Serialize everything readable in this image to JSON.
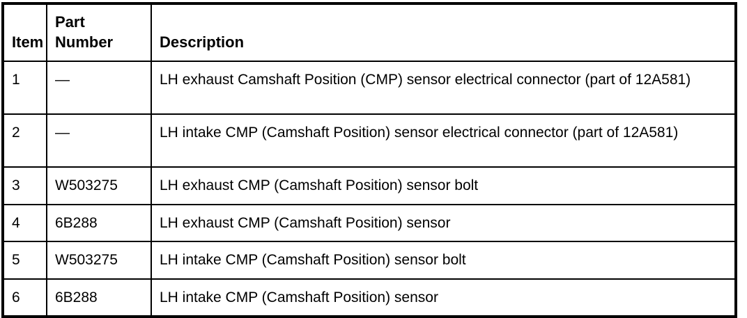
{
  "colors": {
    "border": "#000000",
    "text": "#000000",
    "background": "#ffffff"
  },
  "table": {
    "columns": {
      "item": "Item",
      "part_number": "Part Number",
      "description": "Description"
    },
    "rows": [
      {
        "item": "1",
        "part_number": "—",
        "description": "LH exhaust Camshaft Position (CMP) sensor electrical connector (part of 12A581)"
      },
      {
        "item": "2",
        "part_number": "—",
        "description": "LH intake CMP (Camshaft Position) sensor electrical connector (part of 12A581)"
      },
      {
        "item": "3",
        "part_number": "W503275",
        "description": "LH exhaust CMP (Camshaft Position) sensor bolt"
      },
      {
        "item": "4",
        "part_number": "6B288",
        "description": "LH exhaust CMP (Camshaft Position) sensor"
      },
      {
        "item": "5",
        "part_number": "W503275",
        "description": "LH intake CMP (Camshaft Position) sensor bolt"
      },
      {
        "item": "6",
        "part_number": "6B288",
        "description": "LH intake CMP (Camshaft Position) sensor"
      }
    ]
  }
}
